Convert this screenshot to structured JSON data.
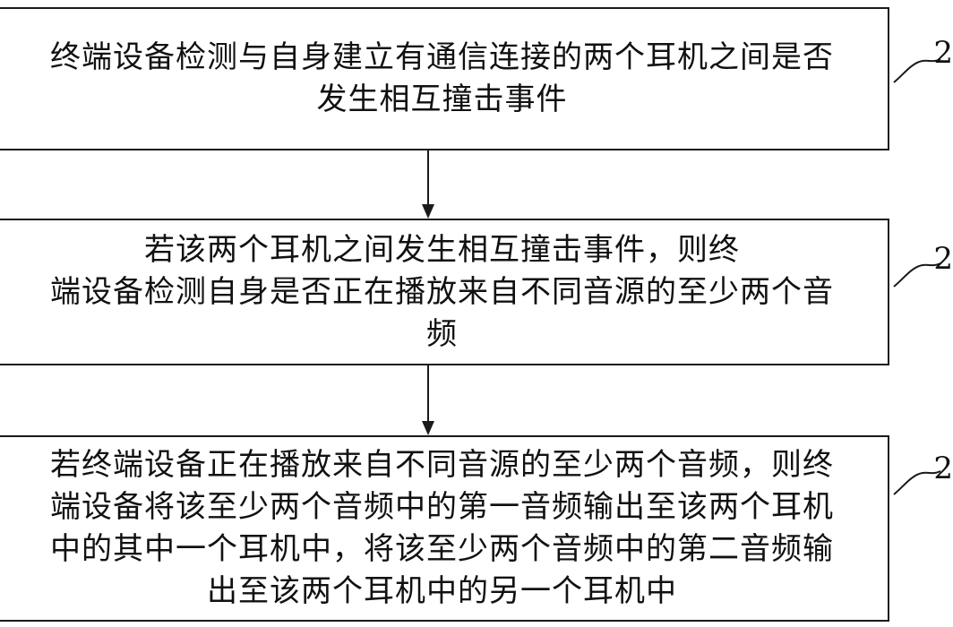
{
  "steps": [
    {
      "lines": [
        "终端设备检测与自身建立有通信连接的两个耳机之间是否",
        "发生相互撞击事件"
      ],
      "ref": "2"
    },
    {
      "lines": [
        "若该两个耳机之间发生相互撞击事件，则终",
        "端设备检测自身是否正在播放来自不同音源的至少两个音",
        "频"
      ],
      "ref": "2"
    },
    {
      "lines": [
        "若终端设备正在播放来自不同音源的至少两个音频，则终",
        "端设备将该至少两个音频中的第一音频输出至该两个耳机",
        "中的其中一个耳机中，将该至少两个音频中的第二音频输",
        "出至该两个耳机中的另一个耳机中"
      ],
      "ref": "2"
    }
  ]
}
